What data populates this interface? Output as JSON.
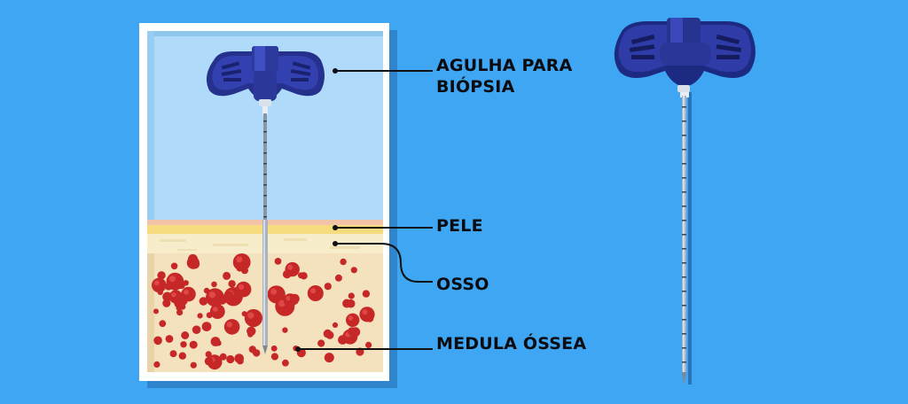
{
  "labels": {
    "needle_line1": "AGULHA PARA",
    "needle_line2": "BIÓPSIA",
    "skin": "PELE",
    "bone": "OSSO",
    "marrow": "MEDULA ÓSSEA"
  },
  "colors": {
    "background": "#3ea6f2",
    "frame": "#ffffff",
    "air": "#afdaf9",
    "skin_top": "#f5c9a8",
    "skin_fat": "#f7e18a",
    "bone": "#f4e4c1",
    "marrow_cells": "#c62828",
    "needle_handle": "#283593",
    "needle_shaft": "#9aa4b2",
    "leader_lines": "#111111"
  }
}
